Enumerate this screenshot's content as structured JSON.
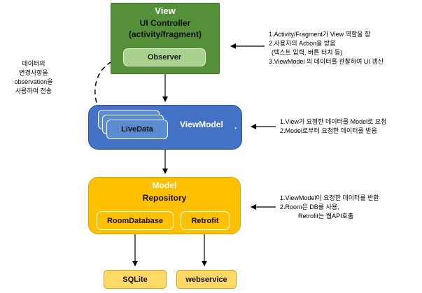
{
  "view": {
    "title": "View",
    "subtitle": "UI Controller",
    "subtitle2": "(activity/fragment)",
    "observer": "Observer"
  },
  "viewmodel": {
    "title": "ViewModel",
    "dot": ".",
    "livedata": "LiveData"
  },
  "model": {
    "title": "Model",
    "subtitle": "Repository",
    "room": "RoomDatabase",
    "retrofit": "Retrofit"
  },
  "stores": {
    "sqlite": "SQLite",
    "webservice": "webservice"
  },
  "left_note": [
    "데이터의",
    "변경사항을",
    "observation을",
    "사용하여 전송"
  ],
  "view_notes": [
    "1.Activity/Fragment가 View 역할을 함",
    "2.사용자의 Action을 받음",
    "(텍스트 입력, 버튼 터치 등)",
    "3.ViewModel 의 데이터를 관찰하여 UI 갱신"
  ],
  "vm_notes": [
    "1.View가 요청한 데이터를 Model로 요청",
    "2.Model로부터 요청한 데이터를 받음"
  ],
  "model_notes": [
    "1.ViewModel이 요청한 데이터를 반환",
    "2.Room은 DB를 사용,",
    "Retrofit는 웹API호출"
  ],
  "colors": {
    "view": "#558f3a",
    "observer": "#a9d18e",
    "viewmodel": "#4472c4",
    "model": "#ffc000",
    "store": "#ffd966"
  }
}
